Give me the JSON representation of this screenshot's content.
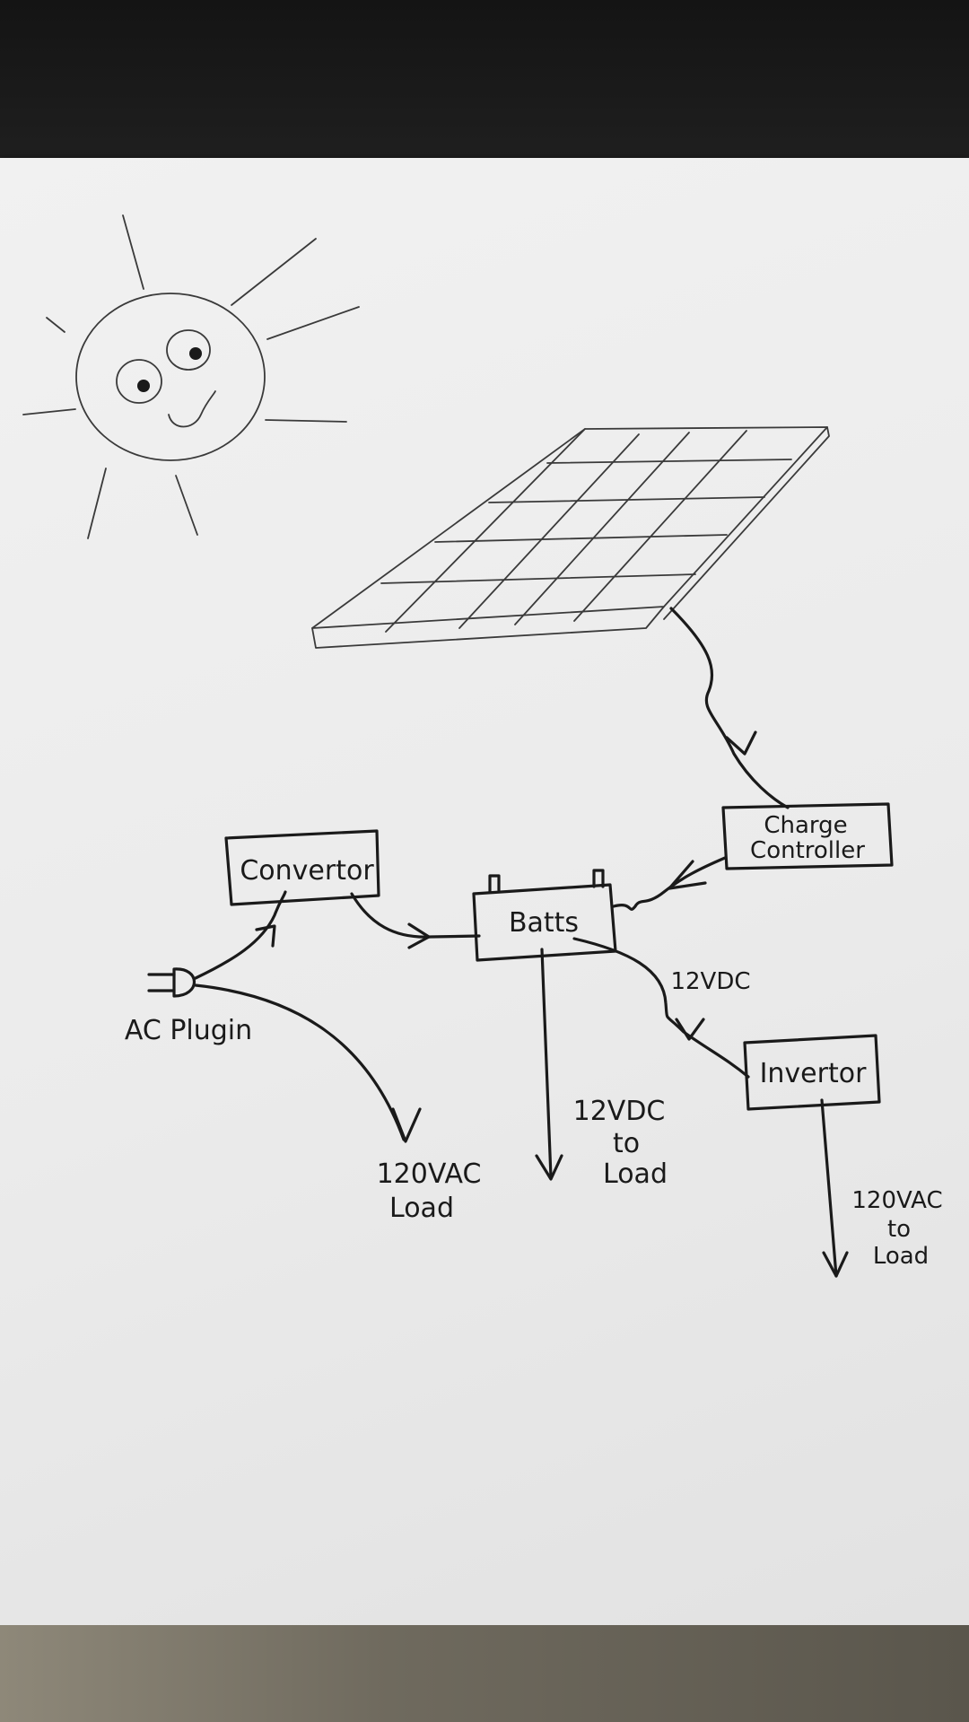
{
  "nodes": {
    "charge_controller": {
      "line1": "Charge",
      "line2": "Controller"
    },
    "convertor": {
      "label": "Convertor"
    },
    "batts": {
      "label": "Batts"
    },
    "invertor": {
      "label": "Invertor"
    },
    "ac_plugin": {
      "label": "AC Plugin"
    }
  },
  "edge_labels": {
    "batts_to_invertor": "12VDC",
    "ac_load": {
      "line1": "120VAC",
      "line2": "Load"
    },
    "dc_load": {
      "line1": "12VDC",
      "line2": "to",
      "line3": "Load"
    },
    "inv_load": {
      "line1": "120VAC",
      "line2": "to",
      "line3": "Load"
    }
  }
}
